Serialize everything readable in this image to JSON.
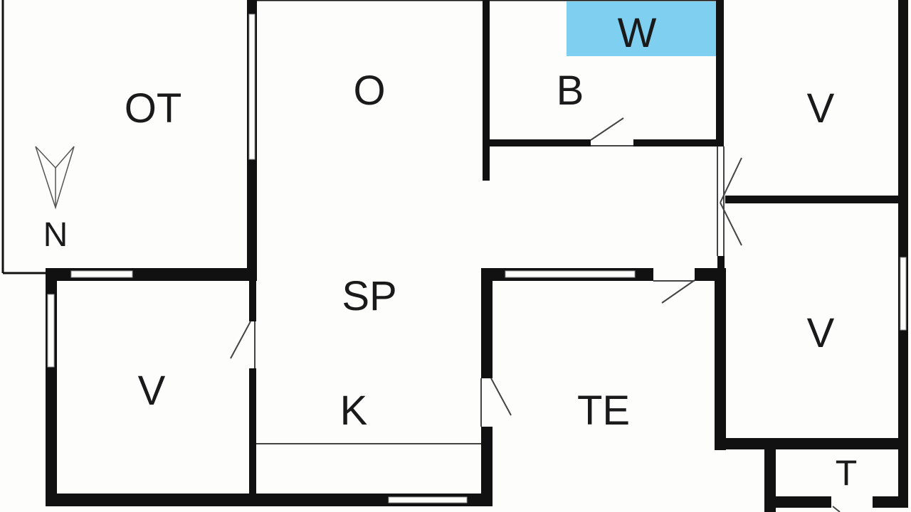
{
  "plan": {
    "rooms": {
      "ot": "OT",
      "o": "O",
      "b": "B",
      "w": "W",
      "v_top_right": "V",
      "sp": "SP",
      "v_left": "V",
      "k": "K",
      "te": "TE",
      "v_right": "V",
      "t": "T"
    },
    "compass": {
      "label": "N",
      "icon": "north-arrow-icon"
    },
    "colors": {
      "wall": "#111111",
      "background": "#fdfdfb",
      "highlight_w": "#7ecff0"
    }
  }
}
